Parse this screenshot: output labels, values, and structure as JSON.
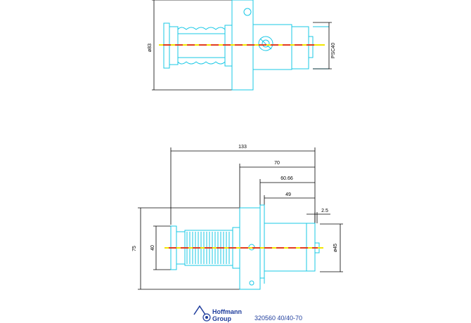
{
  "top_view": {
    "dim_left": "ø83",
    "dim_right": "PSC40"
  },
  "bottom_view": {
    "dim_133": "133",
    "dim_70": "70",
    "dim_60_66": "60.66",
    "dim_49": "49",
    "dim_2_5": "2.5",
    "dim_75": "75",
    "dim_40": "40",
    "dim_45": "ø45"
  },
  "footer": {
    "brand_line1": "Hoffmann",
    "brand_line2": "Group",
    "part_number": "320560 40/40-70"
  },
  "colors": {
    "outline": "#19c8e6",
    "centerline": "#e23a1e",
    "centerline_alt": "#f2e600",
    "dimension": "#000000",
    "brand": "#1e3c9c"
  }
}
